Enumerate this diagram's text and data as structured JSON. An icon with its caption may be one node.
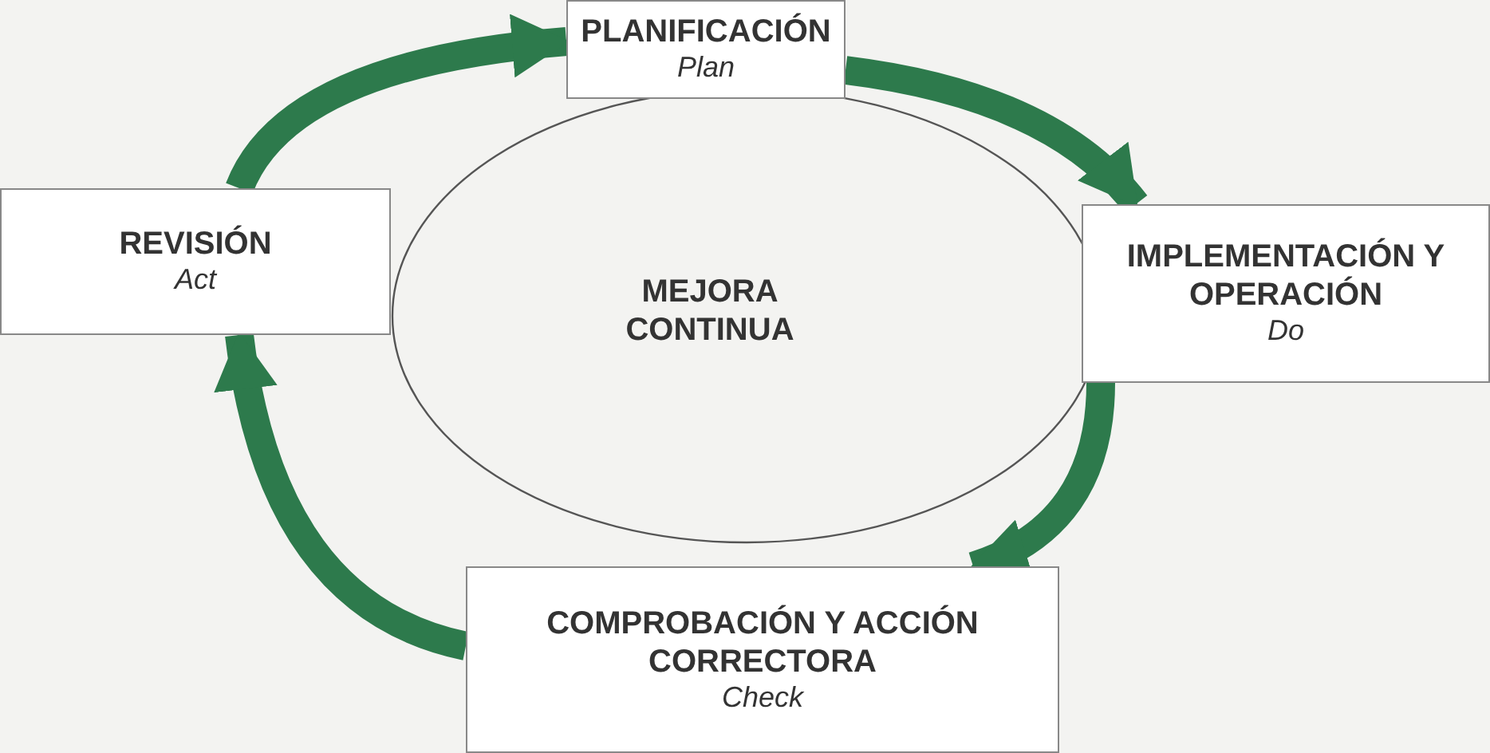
{
  "diagram": {
    "nodes": [
      {
        "text": [
          "PLANIFICACIÓN",
          "Plan"
        ]
      },
      {
        "text": [
          "REVISIÓN",
          "Act"
        ]
      },
      {
        "text": [
          "MEJORA CONTINUA"
        ]
      },
      {
        "text": [
          "IMPLEMENTACIÓN Y OPERACIÓN",
          "Do"
        ]
      },
      {
        "text": [
          "COMPROBACIÓN Y ACCIÓN CORRECTORA",
          "Check"
        ]
      }
    ],
    "edges": [
      {
        "from": 1,
        "to": 0,
        "arrow": "to"
      },
      {
        "from": 0,
        "to": 3,
        "arrow": "to"
      },
      {
        "from": 3,
        "to": 4,
        "arrow": "to"
      },
      {
        "from": 4,
        "to": 1,
        "arrow": "to"
      }
    ]
  }
}
